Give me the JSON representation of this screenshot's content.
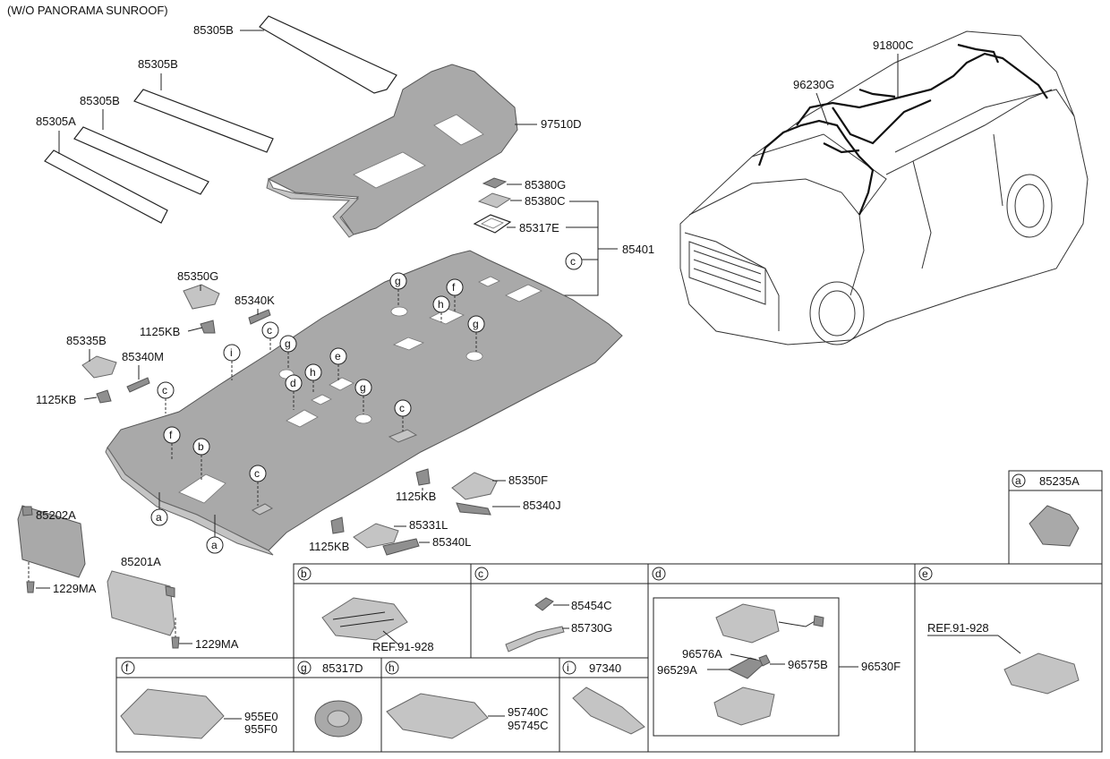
{
  "header": {
    "variant_note": "(W/O PANORAMA SUNROOF)"
  },
  "parts": {
    "p85305B_top": "85305B",
    "p85305B_mid": "85305B",
    "p85305B_low": "85305B",
    "p85305A": "85305A",
    "p97510D": "97510D",
    "p85380G": "85380G",
    "p85380C": "85380C",
    "p85317E": "85317E",
    "p85401": "85401",
    "p85350G": "85350G",
    "p85340K": "85340K",
    "p1125KB_a": "1125KB",
    "p85335B": "85335B",
    "p85340M": "85340M",
    "p1125KB_b": "1125KB",
    "p85202A": "85202A",
    "p1229MA_a": "1229MA",
    "p85201A": "85201A",
    "p1229MA_b": "1229MA",
    "p85350F": "85350F",
    "p1125KB_c": "1125KB",
    "p85340J": "85340J",
    "p85331L": "85331L",
    "p1125KB_d": "1125KB",
    "p85340L": "85340L",
    "p91800C": "91800C",
    "p96230G": "96230G"
  },
  "callouts": {
    "a": "a",
    "b": "b",
    "c": "c",
    "d": "d",
    "e": "e",
    "f": "f",
    "g": "g",
    "h": "h",
    "i": "i"
  },
  "panels": {
    "a": {
      "key": "a",
      "part": "85235A"
    },
    "b": {
      "key": "b",
      "ref": "REF.91-928"
    },
    "c": {
      "key": "c",
      "parts": [
        "85454C",
        "85730G"
      ]
    },
    "d": {
      "key": "d",
      "parts": [
        "96576A",
        "96575B",
        "96529A",
        "96530F"
      ]
    },
    "e": {
      "key": "e",
      "ref": "REF.91-928"
    },
    "f": {
      "key": "f",
      "parts": [
        "955E0",
        "955F0"
      ]
    },
    "g": {
      "key": "g",
      "part": "85317D"
    },
    "h": {
      "key": "h",
      "parts": [
        "95740C",
        "95745C"
      ]
    },
    "i": {
      "key": "i",
      "part": "97340"
    }
  },
  "colors": {
    "headliner": "#a9a9a9",
    "line": "#222222"
  }
}
